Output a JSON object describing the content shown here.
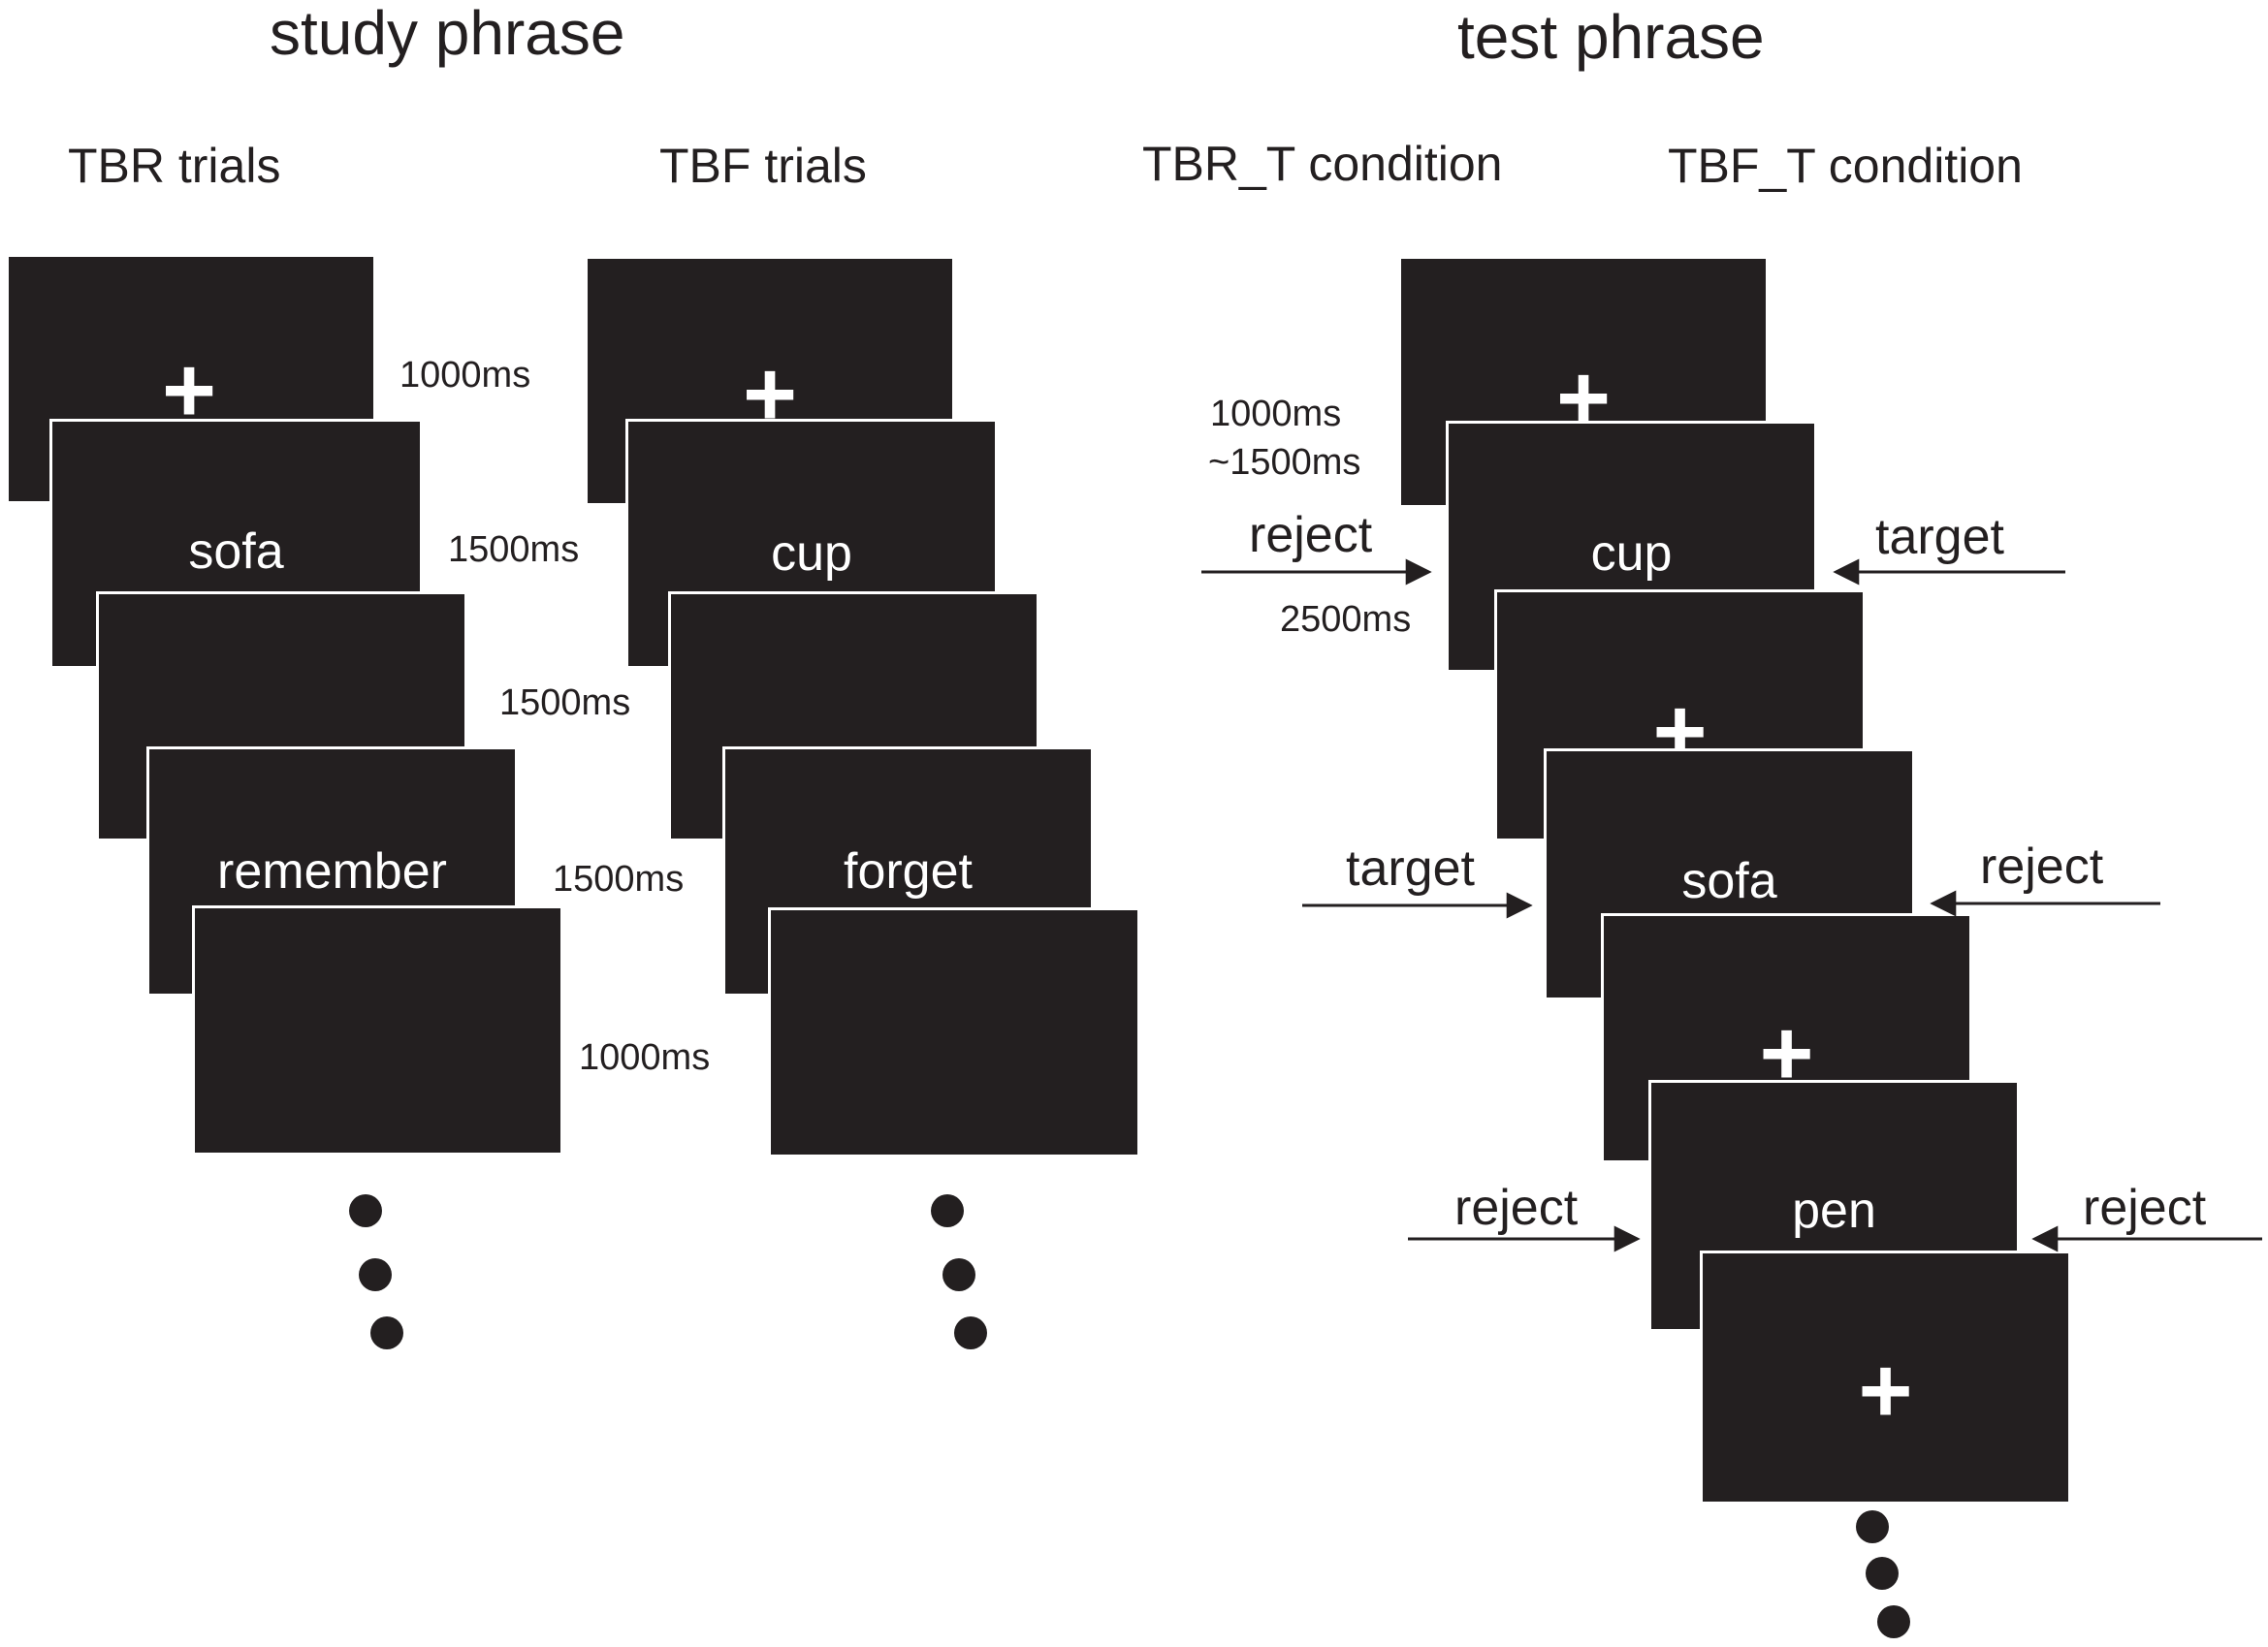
{
  "study": {
    "title": "study phrase",
    "tbr": {
      "label": "TBR trials",
      "words": [
        "sofa",
        "remember"
      ],
      "times": [
        "1000ms",
        "1500ms",
        "1500ms",
        "1500ms",
        "1000ms"
      ]
    },
    "tbf": {
      "label": "TBF trials",
      "words": [
        "cup",
        "forget"
      ]
    }
  },
  "test": {
    "title": "test phrase",
    "tbr_condition": "TBR_T condition",
    "tbf_condition": "TBF_T condition",
    "times": [
      "1000ms",
      "~1500ms",
      "2500ms"
    ],
    "words": [
      "cup",
      "sofa",
      "pen"
    ],
    "left_responses": [
      "reject",
      "target",
      "reject"
    ],
    "right_responses": [
      "target",
      "reject",
      "reject"
    ]
  },
  "symbols": {
    "fixation": "+"
  },
  "colors": {
    "screen": "#231f20",
    "screen_border": "#ffffff",
    "stimulus_text": "#ffffff",
    "ink": "#231f20"
  }
}
